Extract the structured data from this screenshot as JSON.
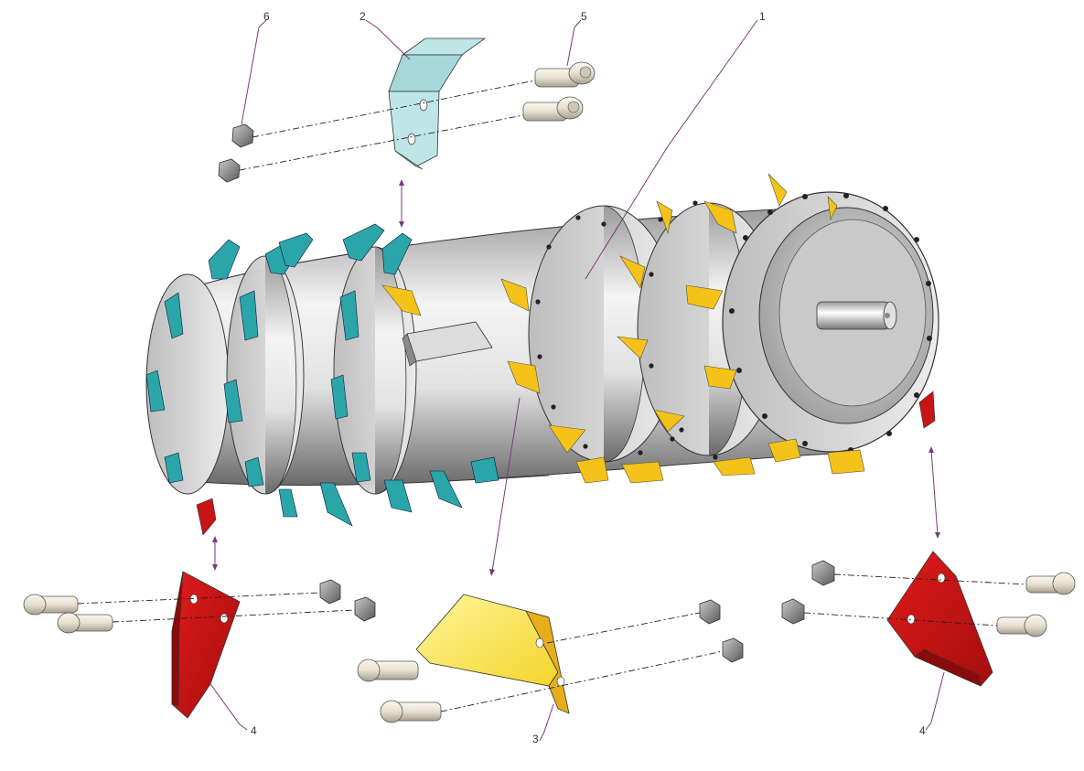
{
  "diagram": {
    "callouts": [
      {
        "id": "c1",
        "label": "1"
      },
      {
        "id": "c2",
        "label": "2"
      },
      {
        "id": "c3",
        "label": "3"
      },
      {
        "id": "c4a",
        "label": "4"
      },
      {
        "id": "c4b",
        "label": "4"
      },
      {
        "id": "c5",
        "label": "5"
      },
      {
        "id": "c6",
        "label": "6"
      }
    ],
    "colors": {
      "drum": "#d9d9d9",
      "teal_blade": "#2aa6a8",
      "yellow_blade": "#f5c21a",
      "red_blade": "#c81414",
      "bracket": "#bfe6e6",
      "leader": "#7a3b7a"
    }
  }
}
